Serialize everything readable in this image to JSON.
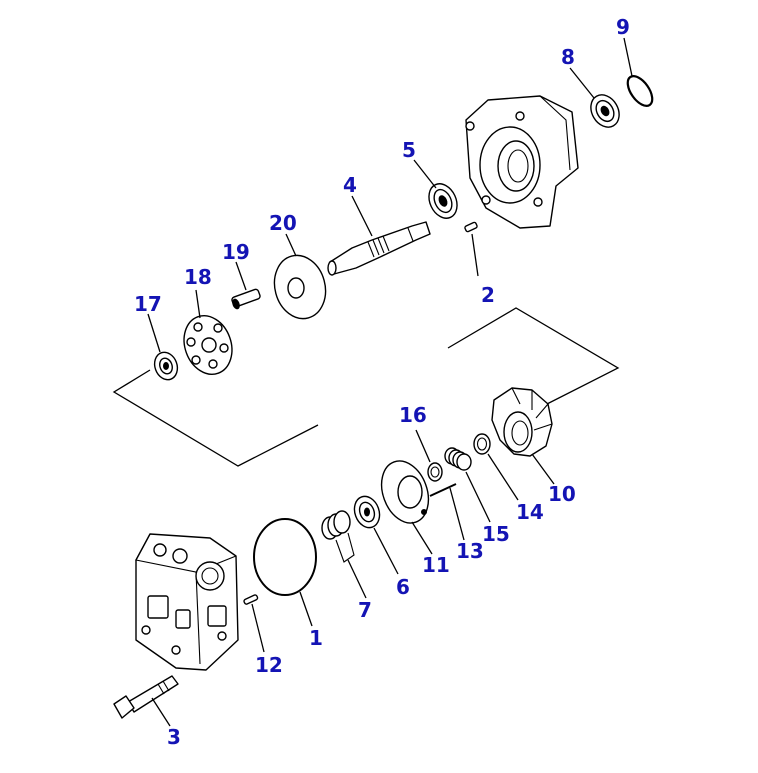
{
  "callouts": {
    "c1": "1",
    "c2": "2",
    "c3": "3",
    "c4": "4",
    "c5": "5",
    "c6": "6",
    "c7": "7",
    "c8": "8",
    "c9": "9",
    "c10": "10",
    "c11": "11",
    "c12": "12",
    "c13": "13",
    "c14": "14",
    "c15": "15",
    "c16": "16",
    "c17": "17",
    "c18": "18",
    "c19": "19",
    "c20": "20"
  },
  "colors": {
    "callout": "#1414b4",
    "line": "#000000",
    "background": "#ffffff"
  }
}
